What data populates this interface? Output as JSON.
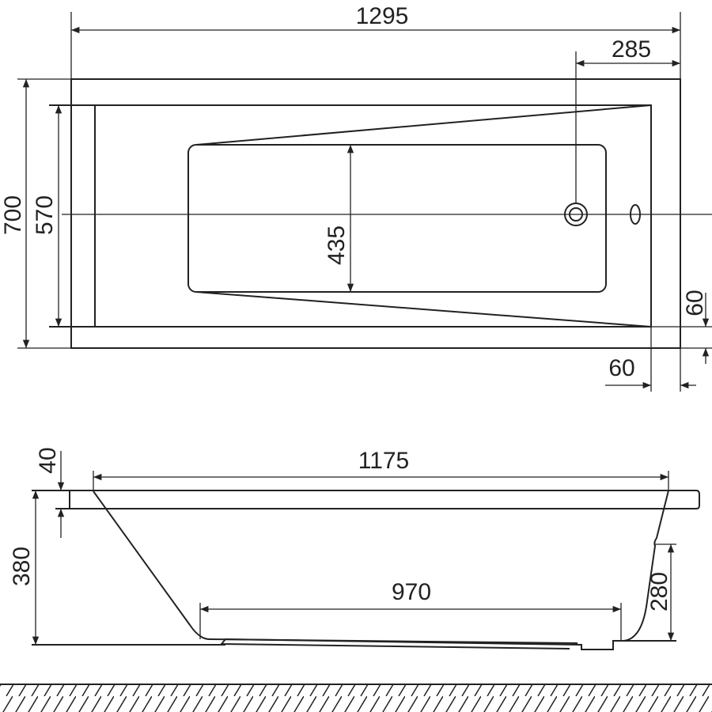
{
  "top_view": {
    "overall_length": "1295",
    "drain_offset": "285",
    "overall_width": "700",
    "inner_width": "570",
    "bottom_width": "435",
    "rim_side": "60",
    "rim_end": "60"
  },
  "side_view": {
    "rim_thickness": "40",
    "inner_top_length": "1175",
    "total_height": "380",
    "bottom_length": "970",
    "foot_height": "280"
  }
}
